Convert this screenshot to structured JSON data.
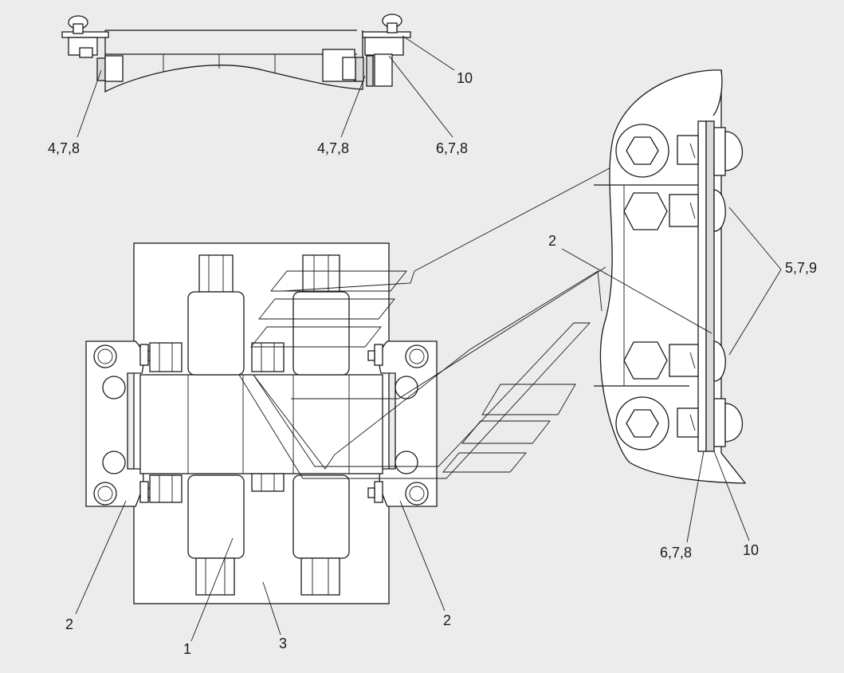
{
  "labels": {
    "top_left_ref": "4,7,8",
    "top_mid_ref": "4,7,8",
    "top_right_ref": "6,7,8",
    "top_ref_10": "10",
    "main_left_bracket": "2",
    "main_right_bracket": "2",
    "main_valve": "1",
    "main_plate": "3",
    "detail_bracket": "2",
    "detail_ref_579": "5,7,9",
    "detail_ref_678": "6,7,8",
    "detail_ref_10": "10"
  },
  "colors": {
    "background": "#ececec",
    "line": "#1a1a1a",
    "part_fill": "#ffffff",
    "shade_fill": "#d9d9d9"
  }
}
